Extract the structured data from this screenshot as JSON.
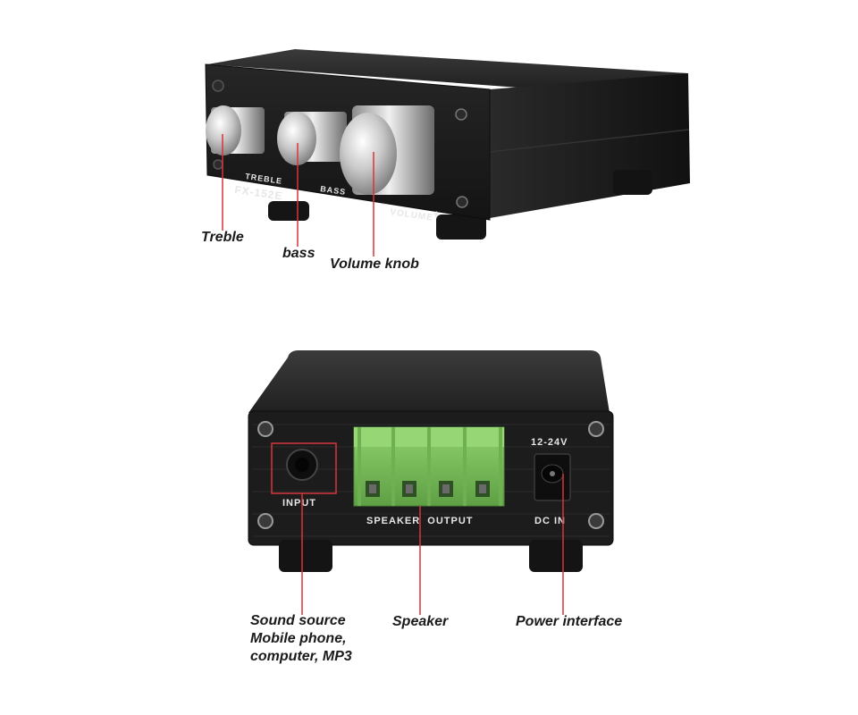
{
  "front_panel": {
    "model": "FX-152E",
    "treble_label": "TREBLE",
    "bass_label": "BASS",
    "volume_label": "VOLUME",
    "volume_minus": "−",
    "volume_plus": "+"
  },
  "back_panel": {
    "input_label": "INPUT",
    "speaker_output_label": "SPEAKER  OUTPUT",
    "voltage_label": "12-24V",
    "dc_in_label": "DC IN"
  },
  "callouts": {
    "treble": "Treble",
    "bass": "bass",
    "volume": "Volume knob",
    "sound_source_line1": "Sound source",
    "sound_source_line2": "Mobile phone,",
    "sound_source_line3": "computer, MP3",
    "speaker": "Speaker",
    "power": "Power interface"
  },
  "colors": {
    "chassis": "#1b1b1b",
    "terminal_block": "#7fc15f",
    "callout_line": "#d6363b",
    "input_highlight": "#d6363b"
  }
}
